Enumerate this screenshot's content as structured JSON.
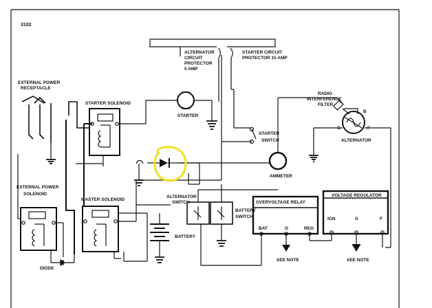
{
  "page_number": "3102",
  "labels": {
    "external_power_receptacle_line1": "EXTERNAL POWER",
    "external_power_receptacle_line2": "RECEPTACLE",
    "starter_solenoid": "STARTER SOLENOID",
    "starter": "STARTER",
    "alternator_circuit_protector_line1": "ALTERNATOR",
    "alternator_circuit_protector_line2": "CIRCUIT",
    "alternator_circuit_protector_line3": "PROTECTOR",
    "alternator_circuit_protector_line4": "5 AMP",
    "starter_circuit_protector_line1": "STARTER CIRCUIT",
    "starter_circuit_protector_line2": "PROTECTOR 15 AMP",
    "radio_filter_line1": "RADIO",
    "radio_filter_line2": "INTERFERENCE",
    "radio_filter_line3": "FILTER",
    "alternator": "ALTERNATOR",
    "alt_terminal_b": "B",
    "alt_terminal_g": "G",
    "alt_terminal_f": "F",
    "starter_switch_line1": "STARTER",
    "starter_switch_line2": "SWITCH",
    "ammeter": "AMMETER",
    "external_power_solenoid_line1": "EXTERNAL POWER",
    "external_power_solenoid_line2": "SOLENOID",
    "master_solenoid": "MASTER SOLENOID",
    "alternator_switch_line1": "ALTERNATOR",
    "alternator_switch_line2": "SWITCH",
    "battery_switch_line1": "BATTERY",
    "battery_switch_line2": "SWITCH",
    "overvoltage_relay": "OVERVOLTAGE RELAY",
    "ovr_bat": "BAT",
    "ovr_g": "G",
    "ovr_reg": "REG",
    "voltage_regulator": "VOLTAGE REGULATOR",
    "vr_ign": "IGN",
    "vr_g": "G",
    "vr_f": "F",
    "battery": "BATTERY",
    "diode": "DIODE",
    "see_note_1": "SEE NOTE",
    "see_note_2": "SEE NOTE"
  },
  "highlight_color": "#f0e020",
  "line_color": "#111111"
}
